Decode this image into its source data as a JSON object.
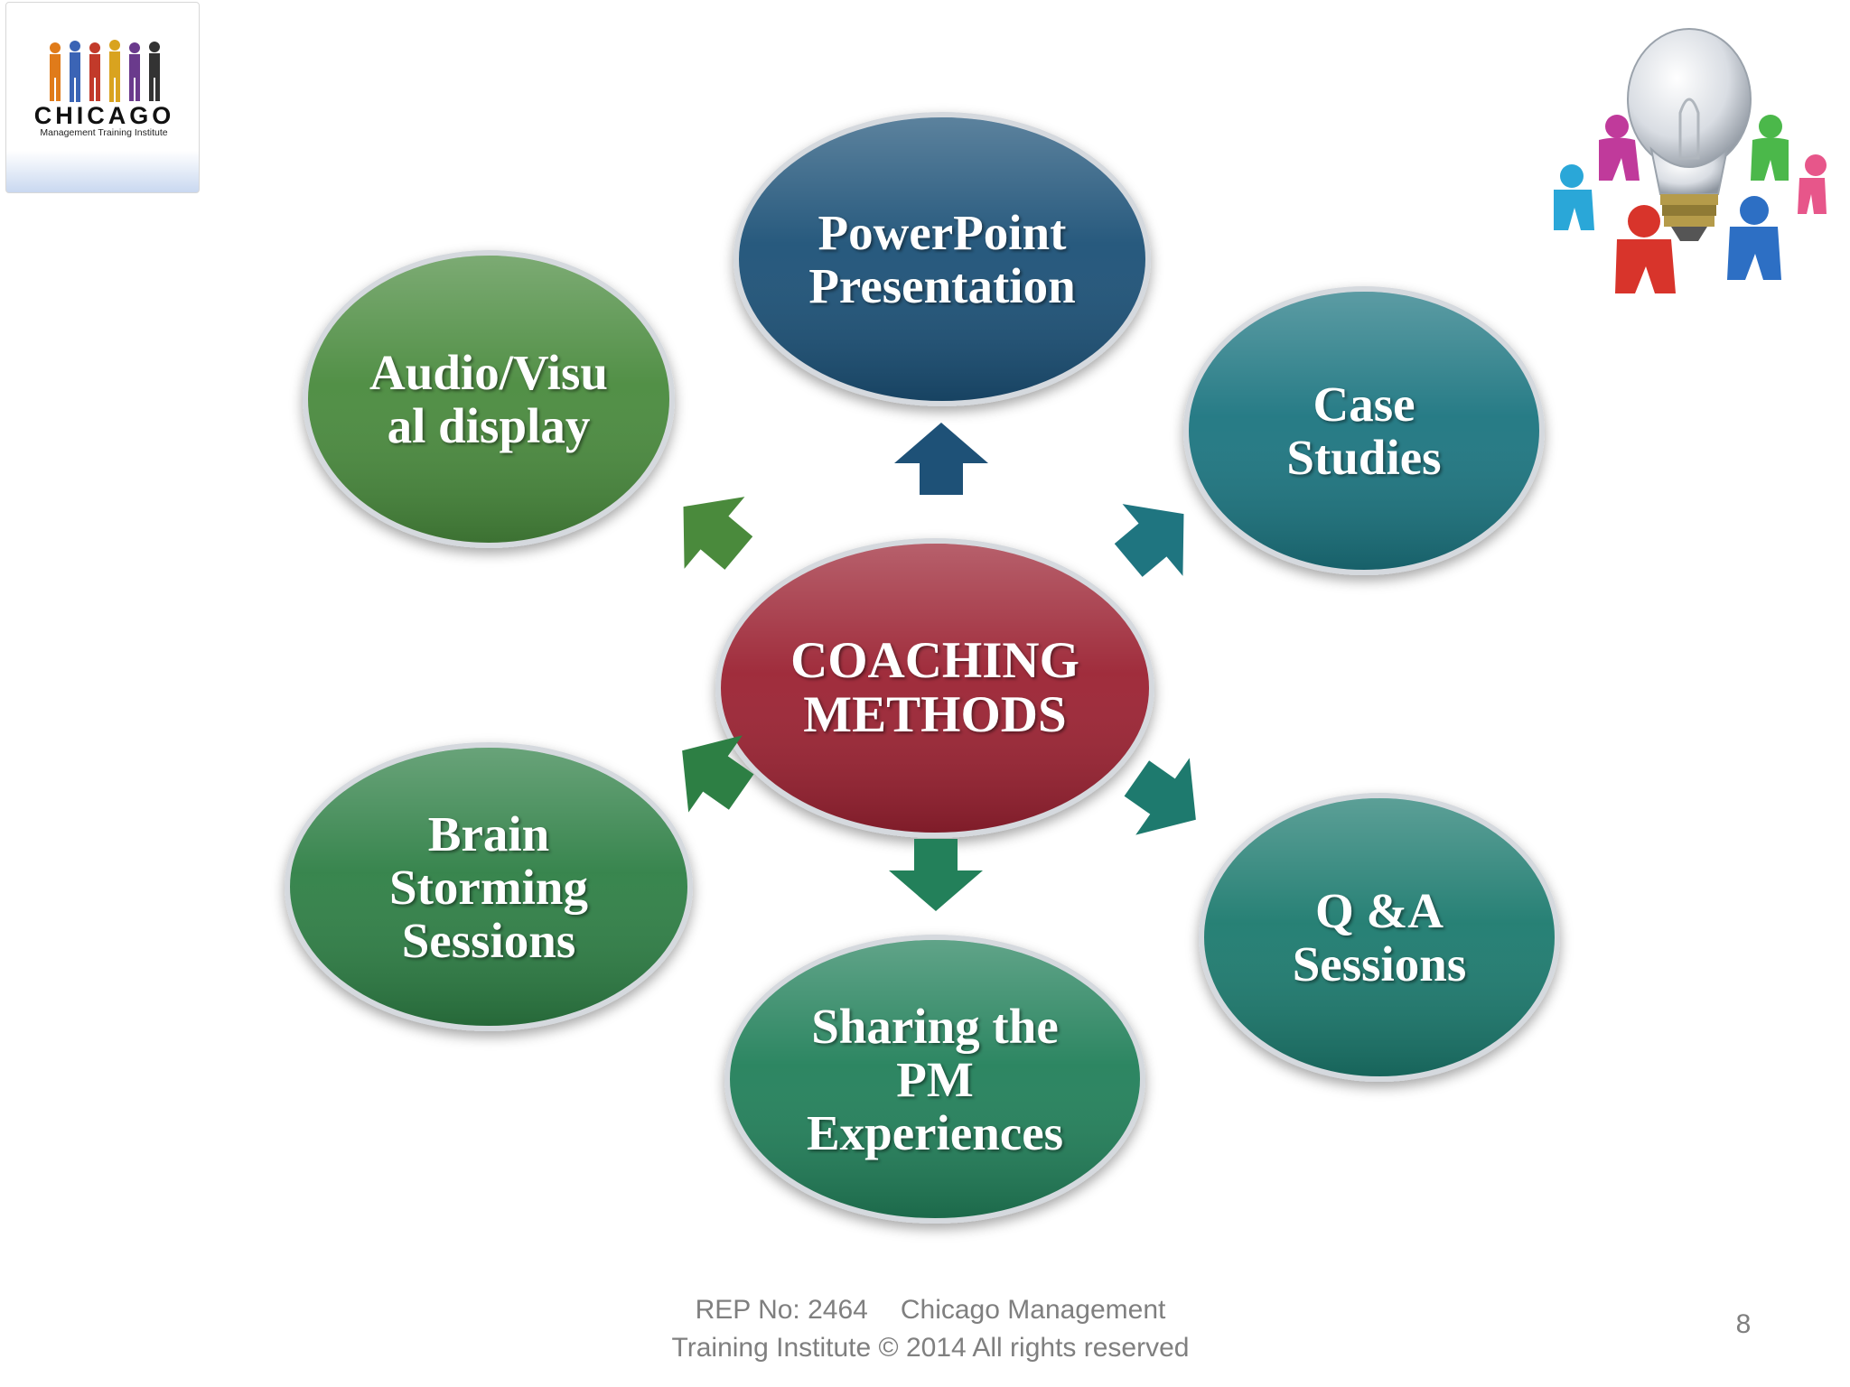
{
  "logo": {
    "name": "CHICAGO",
    "tagline": "Management Training Institute",
    "icon": "people-group-icon"
  },
  "illustration": {
    "icon": "lightbulb-teamwork-icon"
  },
  "diagram": {
    "center": {
      "label": "COACHING\nMETHODS",
      "color": "#9b2331"
    },
    "nodes": [
      {
        "id": "powerpoint",
        "label": "PowerPoint\nPresentation",
        "color": "#1e5177"
      },
      {
        "id": "case-studies",
        "label": "Case\nStudies",
        "color": "#1f7580"
      },
      {
        "id": "qa",
        "label": "Q &A\nSessions",
        "color": "#1e7a6e"
      },
      {
        "id": "sharing",
        "label": "Sharing the\nPM\nExperiences",
        "color": "#23805a"
      },
      {
        "id": "brainstorming",
        "label": "Brain\nStorming\nSessions",
        "color": "#2d7f44"
      },
      {
        "id": "audio-visual",
        "label": "Audio/Visu\nal display",
        "color": "#4a8a3c"
      }
    ]
  },
  "footer": {
    "rep": "REP No: 2464",
    "line1_rest": "Chicago Management",
    "line2": "Training Institute © 2014 All rights reserved"
  },
  "page_number": "8"
}
